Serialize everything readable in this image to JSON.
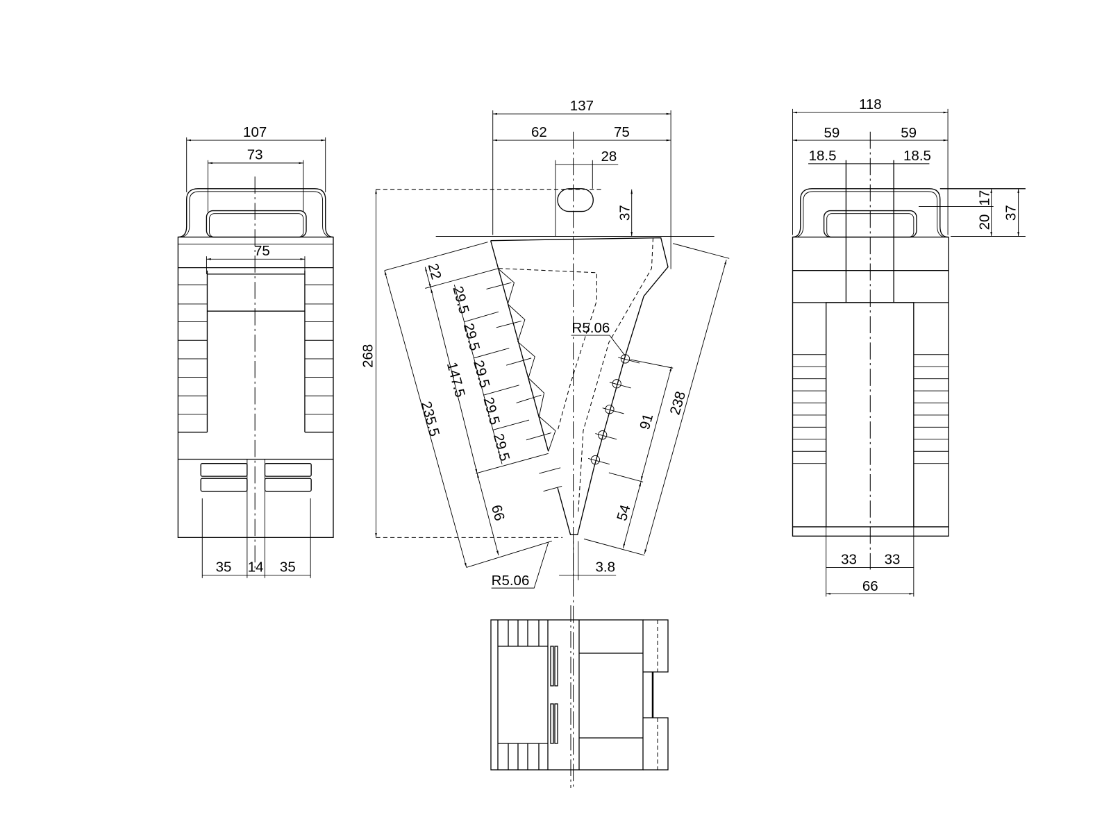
{
  "drawing": {
    "left_view": {
      "overall_width": "107",
      "handle_width": "73",
      "opening_width": "75",
      "bottom_left": "35",
      "bottom_center": "14",
      "bottom_right": "35"
    },
    "front_view": {
      "overall_width": "137",
      "left_offset": "62",
      "right_offset": "75",
      "slot_width": "28",
      "slot_height": "37",
      "overall_height": "268",
      "left_length": "235.5",
      "top_offset": "22",
      "tooth_span": "147.5",
      "tooth_pitch": [
        "29.5",
        "29.5",
        "29.5",
        "29.5",
        "29.5"
      ],
      "lower_length": "66",
      "radius_bottom": "R5.06",
      "radius_top": "R5.06",
      "tip_gap": "3.8",
      "right_length": "238",
      "bump_span": "91",
      "lower_right": "54"
    },
    "right_view": {
      "overall_width": "118",
      "half_left": "59",
      "half_right": "59",
      "inner_left": "18.5",
      "inner_right": "18.5",
      "handle_upper": "17",
      "handle_lower": "20",
      "handle_height": "37",
      "bottom_left": "33",
      "bottom_right": "33",
      "bottom_width": "66"
    }
  }
}
